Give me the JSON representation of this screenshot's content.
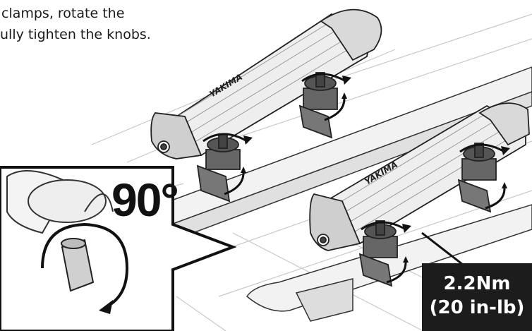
{
  "instructions": {
    "line1": "clamps, rotate the",
    "line2": "ully tighten the knobs."
  },
  "brand_label": "YAKIMA",
  "rotation_label": "90°",
  "torque": {
    "line1": "2.2Nm",
    "line2": "(20 in-lb)"
  }
}
